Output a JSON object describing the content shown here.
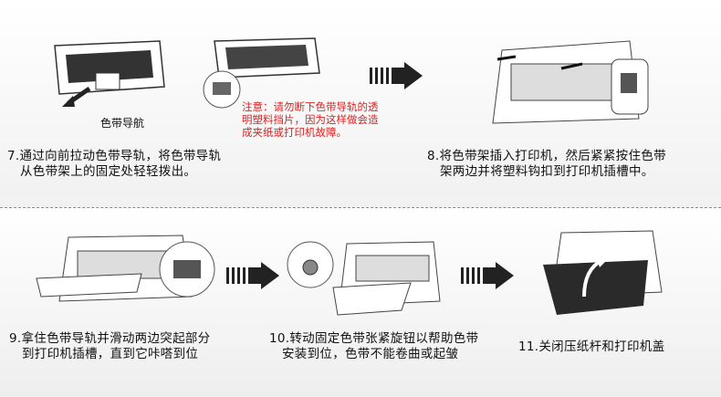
{
  "steps": [
    {
      "number": "7.",
      "line1": "通过向前拉动色带导轨，将色带导轨",
      "line2": "从色带架上的固定处轻轻拨出。"
    },
    {
      "number": "8.",
      "line1": "将色带架插入打印机，然后紧紧按住色带",
      "line2": "架两边并将塑料钩扣到打印机插槽中。"
    },
    {
      "number": "9.",
      "line1": "拿住色带导轨并滑动两边突起部分",
      "line2": "到打印机插槽，直到它咔嗒到位"
    },
    {
      "number": "10.",
      "line1": "转动固定色带张紧旋钮以帮助色带",
      "line2": "安装到位，色带不能卷曲或起皱"
    },
    {
      "number": "11.",
      "line1": "关闭压纸杆和打印机盖",
      "line2": ""
    }
  ],
  "caption_ribbon_guide": "色带导航",
  "warning": {
    "line1": "注意：请勿断下色带导轨的透",
    "line2": "明塑料挡片，因为这样做会造",
    "line3": "成夹纸或打印机故障。",
    "color": "#d22222"
  }
}
